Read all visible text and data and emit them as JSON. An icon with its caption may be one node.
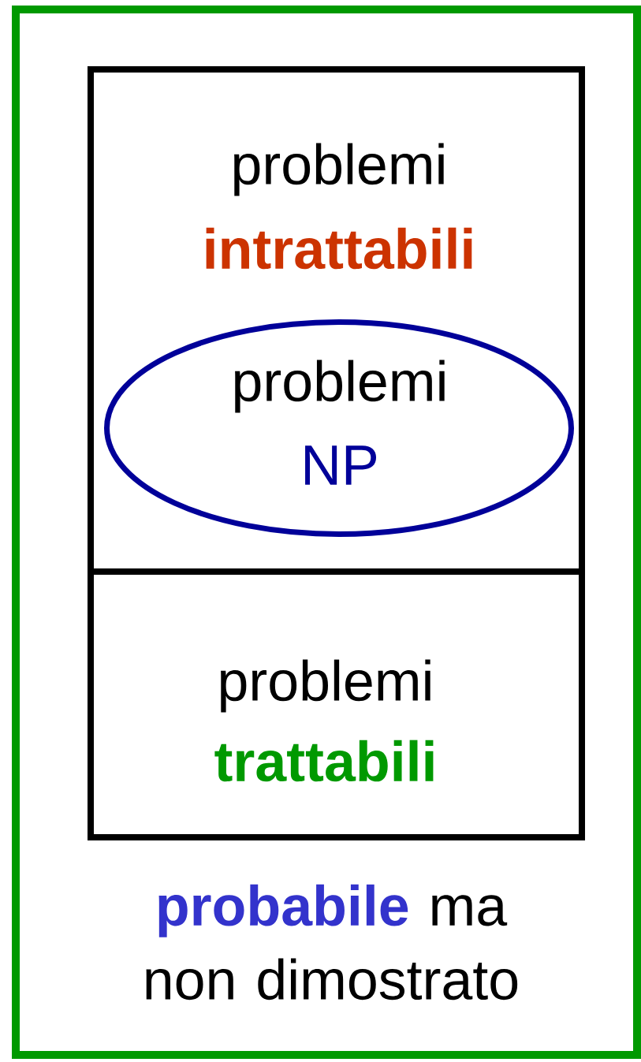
{
  "diagram": {
    "nodes": [
      {
        "text": [
          "**probabile** ma non dimostrato"
        ]
      },
      {
        "text": [
          "problemi",
          "intrattabili"
        ],
        "in": 0
      },
      {
        "text": [
          "problemi",
          "NP"
        ],
        "in": 1
      },
      {
        "text": [
          "problemi",
          "trattabili"
        ],
        "in": 0
      }
    ]
  }
}
